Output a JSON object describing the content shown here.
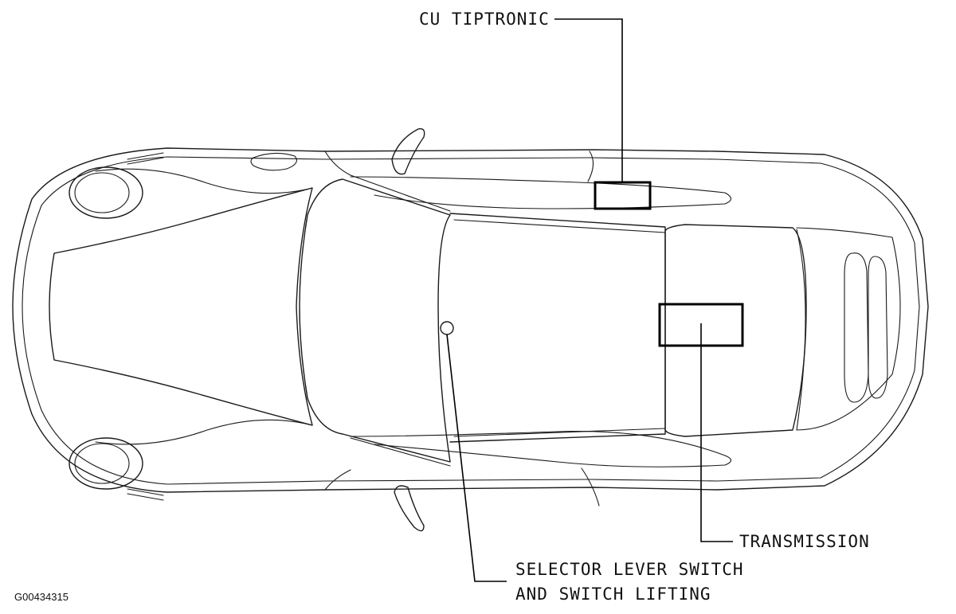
{
  "diagram": {
    "labels": {
      "cu_tiptronic": "CU TIPTRONIC",
      "transmission": "TRANSMISSION",
      "selector_line1": "SELECTOR LEVER SWITCH",
      "selector_line2": "AND SWITCH LIFTING"
    },
    "figure_id": "G00434315",
    "colors": {
      "line": "#1a1a1a",
      "background": "#ffffff"
    }
  }
}
